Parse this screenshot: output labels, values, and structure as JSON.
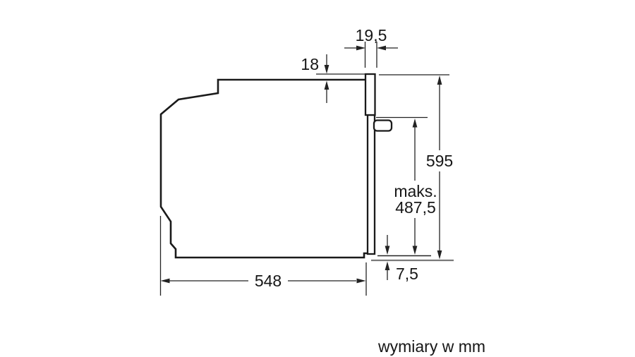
{
  "diagram": {
    "type": "technical-drawing",
    "subject": "built-in oven side view with installation dimensions",
    "labels": {
      "top_thickness": "19,5",
      "top_overhang": "18",
      "niche_height": "595",
      "max_prefix": "maks.",
      "max_value": "487,5",
      "bottom_gap": "7,5",
      "depth": "548",
      "units_caption": "wymiary w mm"
    },
    "colors": {
      "outline": "#1a1a1a",
      "dimension": "#222222",
      "extension_gray": "#7a7a7a",
      "background": "#ffffff"
    }
  }
}
